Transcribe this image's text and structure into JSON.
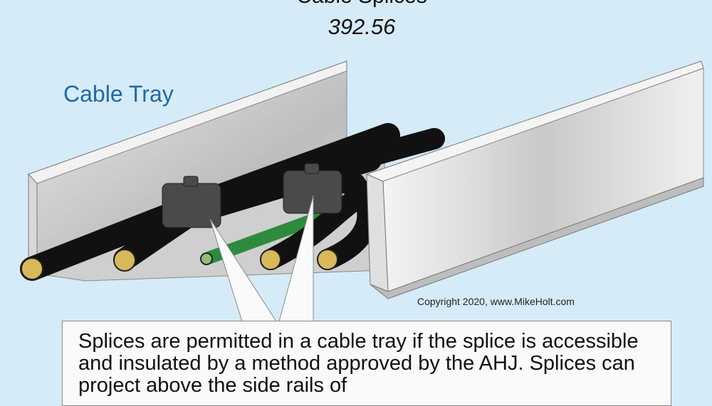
{
  "header": {
    "title": "Cable Splices",
    "section": "392.56"
  },
  "labels": {
    "tray": "Cable Tray",
    "copyright": "Copyright 2020, www.MikeHolt.com"
  },
  "callout": {
    "text": "Splices are permitted in a cable tray if the splice is accessible and insulated by a method approved by the AHJ. Splices can project above the side rails of"
  },
  "colors": {
    "background": "#d5ebf8",
    "label_blue": "#1e6aa3",
    "cable": "#111111",
    "conductor": "#d9b85a",
    "ground_wire": "#2e8b3e",
    "splice_box": "#4a4a4a"
  }
}
